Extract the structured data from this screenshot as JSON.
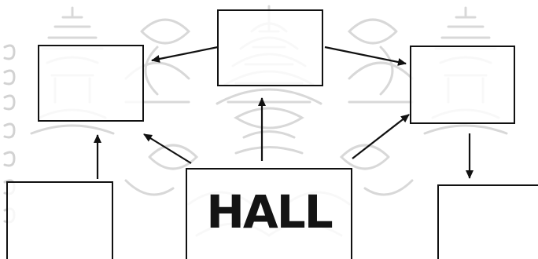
{
  "diagram": {
    "nodes": [
      {
        "id": "top-center",
        "label": ""
      },
      {
        "id": "upper-left",
        "label": ""
      },
      {
        "id": "upper-right",
        "label": ""
      },
      {
        "id": "hall",
        "label": "HALL"
      },
      {
        "id": "lower-left",
        "label": ""
      },
      {
        "id": "lower-right",
        "label": ""
      }
    ],
    "edges": [
      {
        "from": "top-center",
        "to": "upper-left"
      },
      {
        "from": "top-center",
        "to": "upper-right"
      },
      {
        "from": "hall",
        "to": "top-center"
      },
      {
        "from": "hall",
        "to": "upper-left"
      },
      {
        "from": "hall",
        "to": "upper-right"
      },
      {
        "from": "lower-left",
        "to": "upper-left"
      },
      {
        "from": "upper-right",
        "to": "lower-right"
      }
    ],
    "hall_label": "HALL"
  },
  "watermark": {
    "description_icon": "ornamental-seal-watermark-icon",
    "color": "#d6d6d6"
  },
  "colors": {
    "line": "#111111",
    "background": "#ffffff"
  }
}
